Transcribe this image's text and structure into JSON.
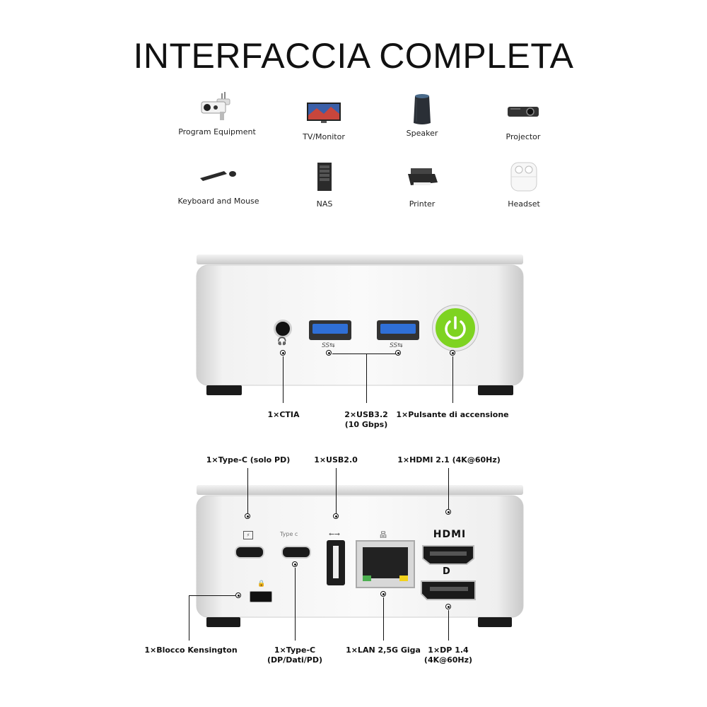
{
  "title": "INTERFACCIA COMPLETA",
  "devices": [
    {
      "label": "Program Equipment",
      "icon": "security-camera-icon"
    },
    {
      "label": "TV/Monitor",
      "icon": "tv-monitor-icon"
    },
    {
      "label": "Speaker",
      "icon": "smart-speaker-icon"
    },
    {
      "label": "Projector",
      "icon": "projector-icon"
    },
    {
      "label": "Keyboard and Mouse",
      "icon": "keyboard-mouse-icon"
    },
    {
      "label": "NAS",
      "icon": "nas-icon"
    },
    {
      "label": "Printer",
      "icon": "printer-icon"
    },
    {
      "label": "Headset",
      "icon": "earbuds-icon"
    }
  ],
  "front": {
    "ctia_label": "1×CTIA",
    "usb32_label_1": "2×USB3.2",
    "usb32_label_2": "(10 Gbps)",
    "power_label": "1×Pulsante di accensione",
    "usb_ss_mark": "SS⇆"
  },
  "back": {
    "typec_pd_label": "1×Type-C (solo PD)",
    "usb20_label": "1×USB2.0",
    "hdmi_label": "1×HDMI 2.1 (4K@60Hz)",
    "kensington_label": "1×Blocco Kensington",
    "typec_label_1": "1×Type-C",
    "typec_label_2": "(DP/Dati/PD)",
    "lan_label": "1×LAN 2,5G Giga",
    "dp_label_1": "1×DP 1.4",
    "dp_label_2": "(4K@60Hz)",
    "typec_port_text": "Type c",
    "hdmi_logo": "HDMI",
    "dp_logo": "D"
  },
  "colors": {
    "power_green": "#7ed321",
    "usb_blue": "#2f6fd6",
    "chassis": "#e6e6e6"
  }
}
